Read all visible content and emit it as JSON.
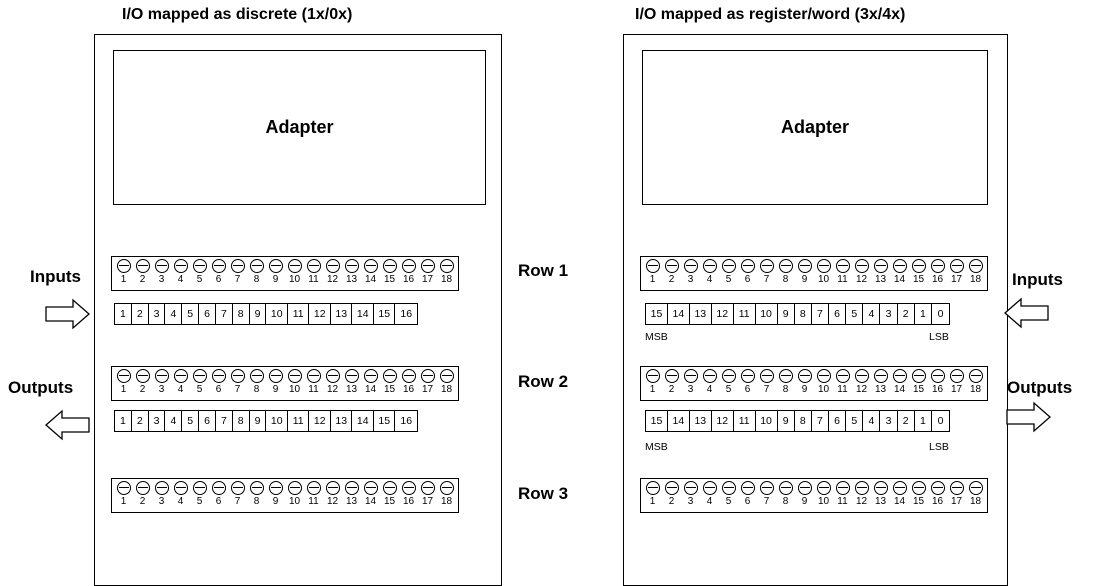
{
  "left": {
    "title": "I/O mapped as discrete (1x/0x)",
    "adapter": "Adapter",
    "inputs_label": "Inputs",
    "outputs_label": "Outputs",
    "input_bits": [
      "1",
      "2",
      "3",
      "4",
      "5",
      "6",
      "7",
      "8",
      "9",
      "10",
      "11",
      "12",
      "13",
      "14",
      "15",
      "16"
    ],
    "output_bits": [
      "1",
      "2",
      "3",
      "4",
      "5",
      "6",
      "7",
      "8",
      "9",
      "10",
      "11",
      "12",
      "13",
      "14",
      "15",
      "16"
    ]
  },
  "right": {
    "title": "I/O mapped as register/word (3x/4x)",
    "adapter": "Adapter",
    "inputs_label": "Inputs",
    "outputs_label": "Outputs",
    "input_bits": [
      "15",
      "14",
      "13",
      "12",
      "11",
      "10",
      "9",
      "8",
      "7",
      "6",
      "5",
      "4",
      "3",
      "2",
      "1",
      "0"
    ],
    "output_bits": [
      "15",
      "14",
      "13",
      "12",
      "11",
      "10",
      "9",
      "8",
      "7",
      "6",
      "5",
      "4",
      "3",
      "2",
      "1",
      "0"
    ],
    "msb": "MSB",
    "lsb": "LSB"
  },
  "rows": [
    "Row 1",
    "Row 2",
    "Row 3"
  ],
  "terminals": [
    "1",
    "2",
    "3",
    "4",
    "5",
    "6",
    "7",
    "8",
    "9",
    "10",
    "11",
    "12",
    "13",
    "14",
    "15",
    "16",
    "17",
    "18"
  ]
}
